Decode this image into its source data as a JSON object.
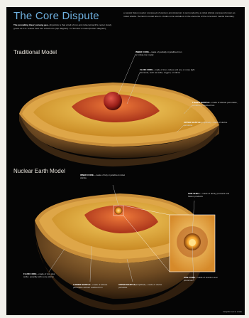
{
  "header": {
    "title": "The Core Dispute",
    "intro_lead": "The prevailing theory among geo-",
    "intro_left": "physicists is that a ball of iron and nickel at Earth's center slowly grows as it re- leases heat into a fluid core (top diagram). In Herndon's model (bottom diagram),",
    "intro_right": "a natural fission reactor composed of uranium and plutonium is surrounded by a nickel silicide compound known as nickel silicide. Herndon's model also in- cludes some variations in the elements of the core-lower mantle boundary."
  },
  "traditional": {
    "heading": "Traditional Model",
    "inner_core_title": "INNER CORE",
    "inner_core_text": "—made of partially crystallized iron or nickel-iron metal",
    "fluid_core_title": "FLUID CORE",
    "fluid_core_text": "—made of iron, nickel, and one or more light elements, such as sulfur, oxygen, or silicon",
    "lower_mantle_title": "LOWER MANTLE",
    "lower_mantle_text": "—made of silicate perovskite, containing oxidized iron",
    "upper_mantle_title": "UPPER MANTLE",
    "upper_mantle_text": "(simplified)—made of olivine peridotite"
  },
  "nuclear": {
    "heading": "Nuclear Earth Model",
    "inner_core_title": "INNER CORE",
    "inner_core_text": "—made of fully crystallized nickel silicide",
    "sub_shell_title": "SUB-SHELL",
    "sub_shell_text": "—made of decay products and fission products",
    "sub_core_title": "SUB-CORE",
    "sub_core_text": "—made of uranium and plutonium",
    "fluid_core_title": "FLUID CORE",
    "fluid_core_text": "—made of iron plus sulfur, possibly with some silicon",
    "lower_mantle_title": "LOWER MANTLE",
    "lower_mantle_text": "—made of silicate perovskite without oxidized iron",
    "upper_mantle_title": "UPPER MANTLE",
    "upper_mantle_text": "(simplified)—made of olivine peridotite"
  },
  "footer": {
    "credit": "Graphic not to scale"
  },
  "colors": {
    "background": "#050505",
    "title_blue": "#6fb1e0",
    "crust": "#c98f3a",
    "mantle": "#e6b84a",
    "fluid_core": "#d8572a",
    "inner_core": "#a8231c"
  }
}
